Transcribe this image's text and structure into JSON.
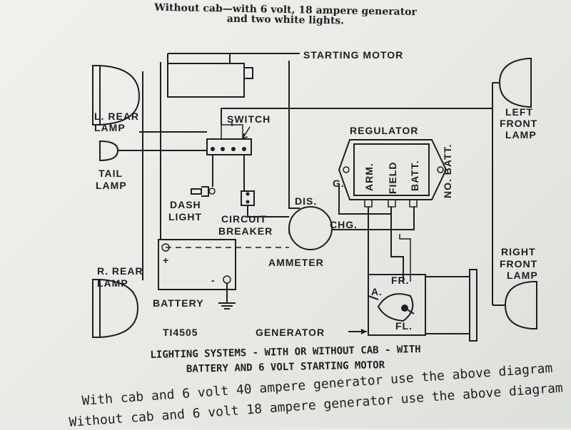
{
  "header": {
    "line1": "Without cab—with 6 volt, 18 ampere generator",
    "line2": "and two white lights."
  },
  "diagram": {
    "labels": {
      "starting_motor": "STARTING MOTOR",
      "switch": "SWITCH",
      "regulator": "REGULATOR",
      "l_rear_lamp_1": "L. REAR",
      "l_rear_lamp_2": "LAMP",
      "tail_lamp_1": "TAIL",
      "tail_lamp_2": "LAMP",
      "left_front_lamp_1": "LEFT",
      "left_front_lamp_2": "FRONT",
      "left_front_lamp_3": "LAMP",
      "dash_light_1": "DASH",
      "dash_light_2": "LIGHT",
      "circuit_breaker_1": "CIRCUIT",
      "circuit_breaker_2": "BREAKER",
      "dis": "DIS.",
      "chg": "CHG.",
      "g": "G.",
      "arm": "ARM.",
      "field": "FIELD",
      "batt": "BATT.",
      "no_batt": "NO. BATT.",
      "ammeter": "AMMETER",
      "right_front_lamp_1": "RIGHT",
      "right_front_lamp_2": "FRONT",
      "right_front_lamp_3": "LAMP",
      "r_rear_lamp_1": "R. REAR",
      "r_rear_lamp_2": "LAMP",
      "battery": "BATTERY",
      "plus": "+",
      "minus": "-",
      "fr": "FR.",
      "a": "A.",
      "fl": "FL.",
      "generator": "GENERATOR",
      "code": "TI4505"
    }
  },
  "caption": {
    "line1": "LIGHTING SYSTEMS - WITH OR WITHOUT CAB - WITH",
    "line2": "BATTERY AND 6 VOLT STARTING MOTOR"
  },
  "body_text": {
    "line1": "With cab and 6 volt 40 ampere generator use the above diagram",
    "line2": "Without cab and 6 volt 18 ampere generator use the above diagram"
  }
}
